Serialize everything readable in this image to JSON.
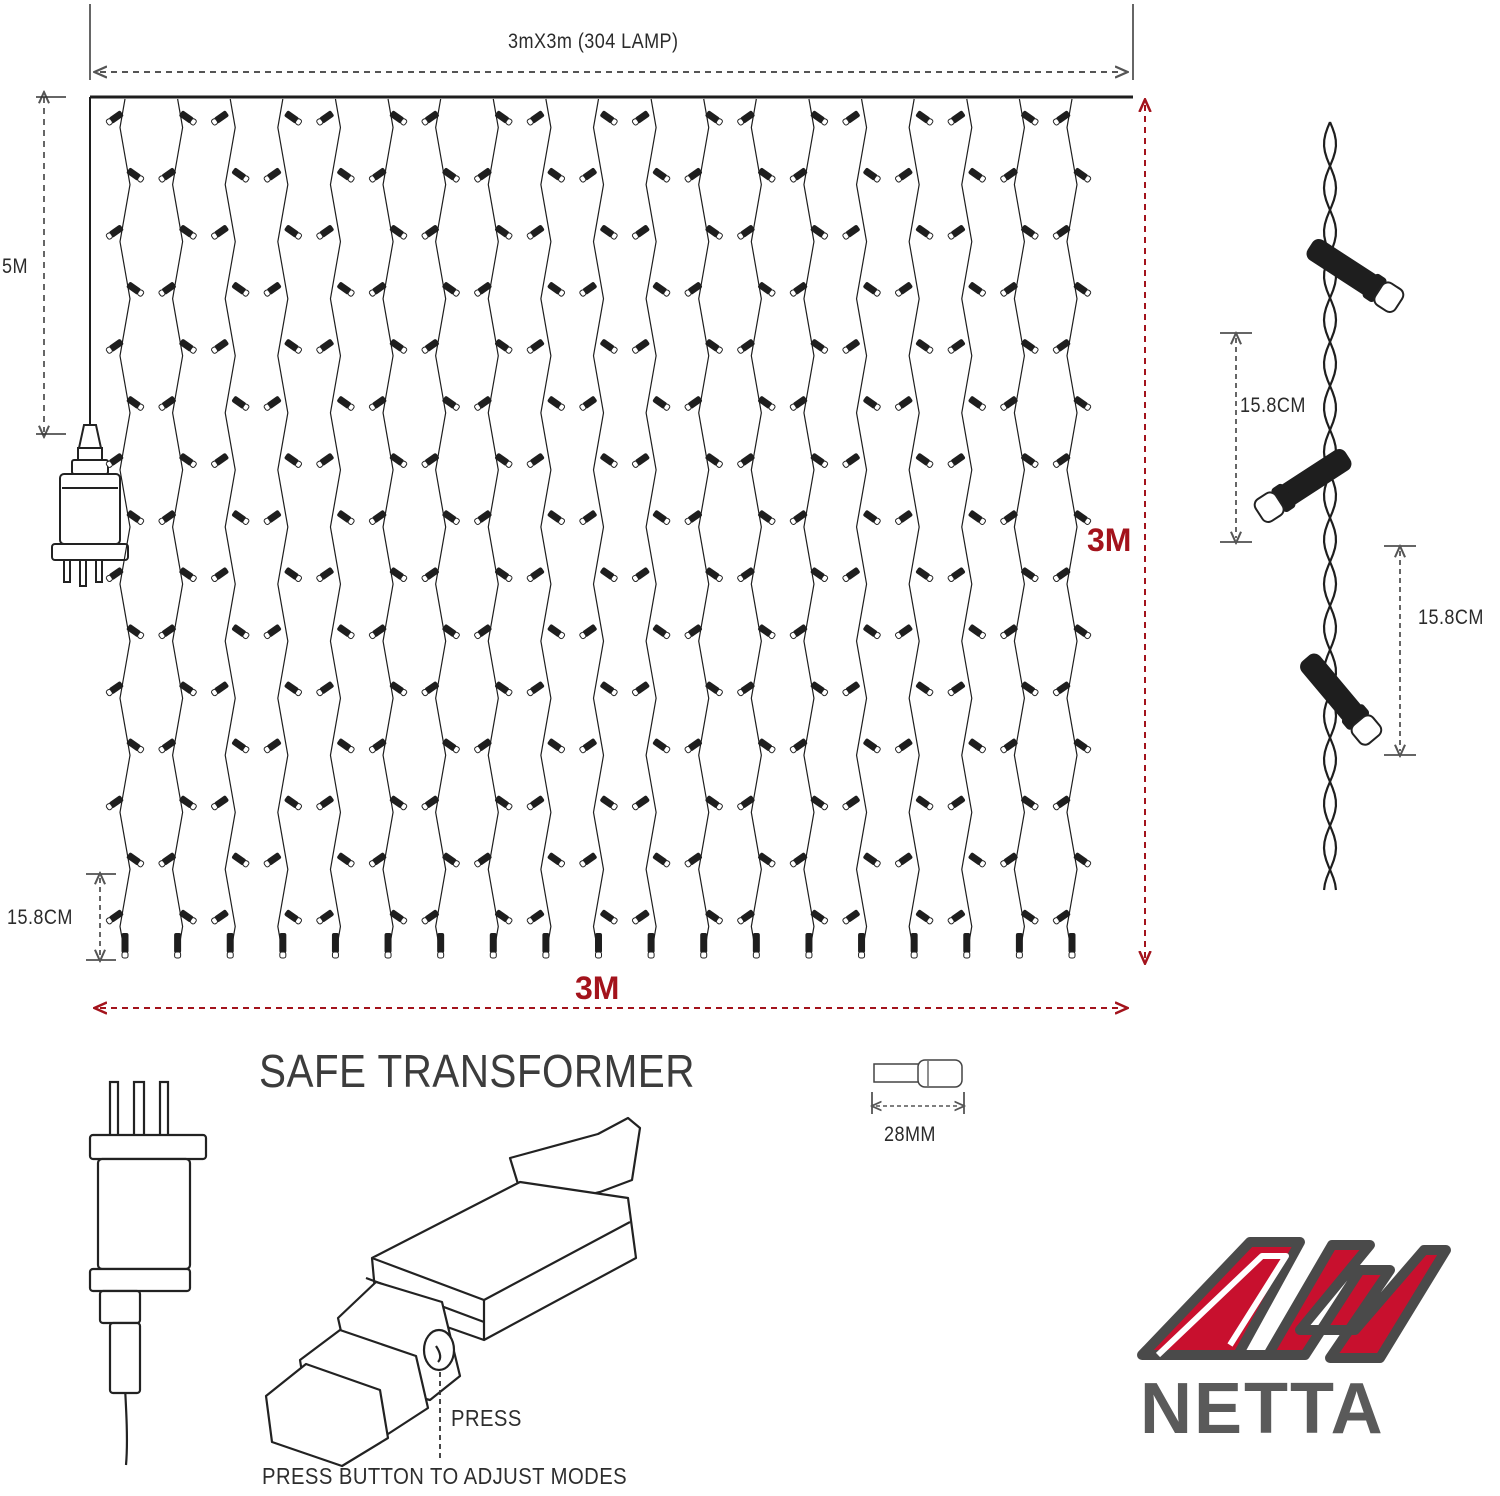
{
  "diagram": {
    "top_dimension_label": "3mX3m (304 LAMP)",
    "lead_cable_label": "5M",
    "drop_spacing_label": "15.8CM",
    "height_label": "3M",
    "width_label": "3M",
    "detail_spacing_label_1": "15.8CM",
    "detail_spacing_label_2": "15.8CM",
    "bulb_length_label": "28MM"
  },
  "transformer": {
    "heading": "SAFE TRANSFORMER",
    "press_label": "PRESS",
    "instruction": "PRESS BUTTON TO ADJUST MODES"
  },
  "brand": {
    "name": "NETTA",
    "accent_color": "#c8102e",
    "logo_gray": "#4a4a4a"
  },
  "colors": {
    "dimension_red": "#a3131c",
    "line_dark": "#1e1e1e",
    "dashed_gray": "#5a5a5a"
  }
}
